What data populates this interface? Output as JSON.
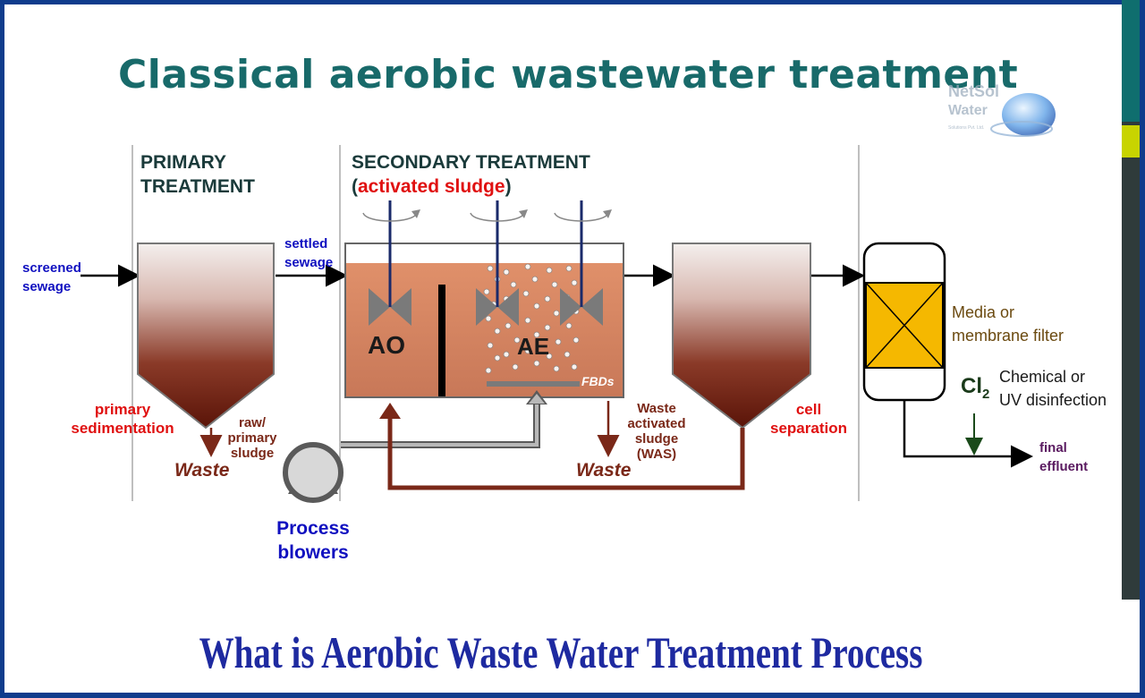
{
  "title": "Classical aerobic wastewater treatment",
  "logo": {
    "name": "NetSol",
    "sub": "Water",
    "tagline": "Solutions Pvt. Ltd."
  },
  "sections": {
    "primary": [
      "PRIMARY",
      "TREATMENT"
    ],
    "secondary": "SECONDARY TREATMENT",
    "secondary_sub": [
      "(",
      "activated sludge",
      ")"
    ]
  },
  "labels": {
    "screened_sewage": [
      "screened",
      "sewage"
    ],
    "settled_sewage": [
      "settled",
      "sewage"
    ],
    "primary_sedimentation": [
      "primary",
      "sedimentation"
    ],
    "raw_sludge": [
      "raw/",
      "primary",
      "sludge"
    ],
    "waste_1": "Waste",
    "ao": "AO",
    "ae": "AE",
    "fbds": "FBDs",
    "was": [
      "Waste",
      "activated",
      "sludge",
      "(WAS)"
    ],
    "waste_2": "Waste",
    "cell_separation": [
      "cell",
      "separation"
    ],
    "media_filter": [
      "Media or",
      "membrane filter"
    ],
    "cl2": "Cl",
    "cl2_sub": "2",
    "disinfection": [
      "Chemical or",
      "UV disinfection"
    ],
    "final_effluent": [
      "final",
      "effluent"
    ],
    "blowers": [
      "Process",
      "blowers"
    ]
  },
  "caption": "What is Aerobic Waste Water Treatment Process",
  "colors": {
    "title": "#186a6a",
    "sludge": "#6b1a0c",
    "tank_water": "#d48a6a",
    "filter_media": "#f5b800",
    "return_line": "#7a2818",
    "air_line": "#8a8a8a",
    "caption": "#1e2aa0"
  }
}
